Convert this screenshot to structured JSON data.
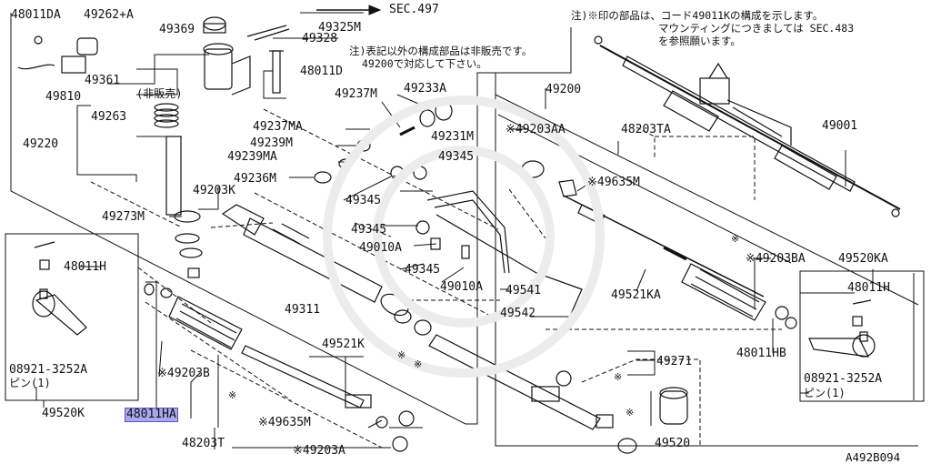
{
  "labels": {
    "p48011DA": "48011DA",
    "p49262A": "49262+A",
    "p49325M": "49325M",
    "sec497": "SEC.497",
    "p49369": "49369",
    "p49328": "49328",
    "p49361": "49361",
    "hihanbai": "(非販売)",
    "p49810": "49810",
    "p48011D": "48011D",
    "p49263": "49263",
    "p49237M": "49237M",
    "p49233A": "49233A",
    "p49220": "49220",
    "p49237MA": "49237MA",
    "p49231M": "49231M",
    "p49239M": "49239M",
    "p49239MA": "49239MA",
    "p49345a": "49345",
    "p49236M": "49236M",
    "p49203K": "49203K",
    "p49345b": "49345",
    "p49273M": "49273M",
    "p49345c": "49345",
    "p49010A": "49010A",
    "p49345d": "49345",
    "p49010Aa": "49010A",
    "p49541": "49541",
    "p48011H": "48011H",
    "p49311": "49311",
    "p49542": "49542",
    "p49200": "49200",
    "p49203AA": "※49203AA",
    "p48203TA": "48203TA",
    "p49001": "49001",
    "p49635Ma": "※49635M",
    "p49203BA": "※49203BA",
    "p49520KA": "49520KA",
    "p49521KA": "49521KA",
    "p48011Ha": "48011H",
    "p48011HB": "48011HB",
    "p49521K": "49521K",
    "p49203B": "※49203B",
    "p49271": "49271",
    "pin08921a": "08921-3252A",
    "pinA": "ピン(1)",
    "pin08921b": "08921-3252A",
    "pinB": "ピン(1)",
    "p49520K": "49520K",
    "p48011HA": "48011HA",
    "p49635Mb": "※49635M",
    "p48203T": "48203T",
    "p49203A": "※49203A",
    "p49520": "49520",
    "figid": "A492B094"
  },
  "notes": {
    "n1a": "注)※印の部品は、コード49011Kの構成を示します。",
    "n1b": "マウンティングにつきましては SEC.483",
    "n1c": "を参照願います。",
    "n2a": "注)表記以外の構成部品は非販売です。",
    "n2b": "49200で対応して下さい。"
  },
  "marks": {
    "star": "※"
  }
}
